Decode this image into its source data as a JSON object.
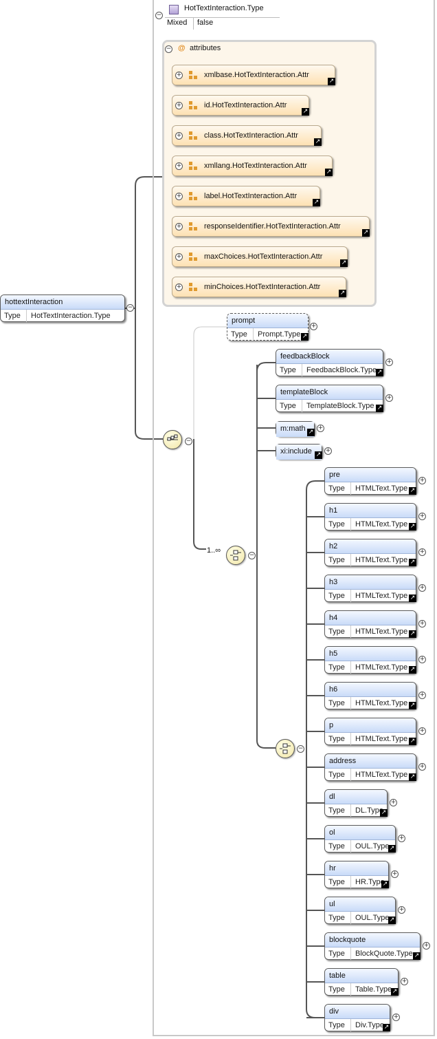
{
  "complex_type": {
    "name": "HotTextInteraction.Type",
    "mixed_label": "Mixed",
    "mixed_value": "false"
  },
  "attributes_group": {
    "label": "attributes",
    "symbol": "@",
    "items": [
      "xmlbase.HotTextInteraction.Attr",
      "id.HotTextInteraction.Attr",
      "class.HotTextInteraction.Attr",
      "xmllang.HotTextInteraction.Attr",
      "label.HotTextInteraction.Attr",
      "responseIdentifier.HotTextInteraction.Attr",
      "maxChoices.HotTextInteraction.Attr",
      "minChoices.HotTextInteraction.Attr"
    ]
  },
  "root_element": {
    "name": "hottextInteraction",
    "type_label": "Type",
    "type": "HotTextInteraction.Type"
  },
  "prompt": {
    "name": "prompt",
    "type_label": "Type",
    "type": "Prompt.Type"
  },
  "choice_cardinality": "1..∞",
  "block_elements": [
    {
      "name": "feedbackBlock",
      "type": "FeedbackBlock.Type"
    },
    {
      "name": "templateBlock",
      "type": "TemplateBlock.Type"
    }
  ],
  "refs": [
    "m:math",
    "xi:include"
  ],
  "html_elements": [
    {
      "name": "pre",
      "type": "HTMLText.Type"
    },
    {
      "name": "h1",
      "type": "HTMLText.Type"
    },
    {
      "name": "h2",
      "type": "HTMLText.Type"
    },
    {
      "name": "h3",
      "type": "HTMLText.Type"
    },
    {
      "name": "h4",
      "type": "HTMLText.Type"
    },
    {
      "name": "h5",
      "type": "HTMLText.Type"
    },
    {
      "name": "h6",
      "type": "HTMLText.Type"
    },
    {
      "name": "p",
      "type": "HTMLText.Type"
    },
    {
      "name": "address",
      "type": "HTMLText.Type"
    },
    {
      "name": "dl",
      "type": "DL.Type"
    },
    {
      "name": "ol",
      "type": "OUL.Type"
    },
    {
      "name": "hr",
      "type": "HR.Type"
    },
    {
      "name": "ul",
      "type": "OUL.Type"
    },
    {
      "name": "blockquote",
      "type": "BlockQuote.Type"
    },
    {
      "name": "table",
      "type": "Table.Type"
    },
    {
      "name": "div",
      "type": "Div.Type"
    }
  ],
  "type_label": "Type",
  "glyphs": {
    "collapse": "−",
    "expand": "+",
    "link": "↗"
  }
}
